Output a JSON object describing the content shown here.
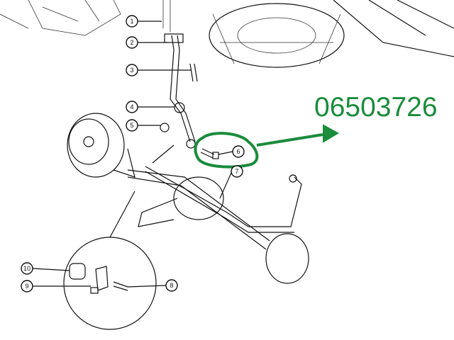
{
  "diagram": {
    "part_number": "06503726",
    "highlight_color": "#1a8c3c",
    "callouts": [
      {
        "label": "1"
      },
      {
        "label": "2"
      },
      {
        "label": "3"
      },
      {
        "label": "4"
      },
      {
        "label": "5"
      },
      {
        "label": "6"
      },
      {
        "label": "7"
      },
      {
        "label": "8"
      },
      {
        "label": "9"
      },
      {
        "label": "10"
      }
    ]
  }
}
